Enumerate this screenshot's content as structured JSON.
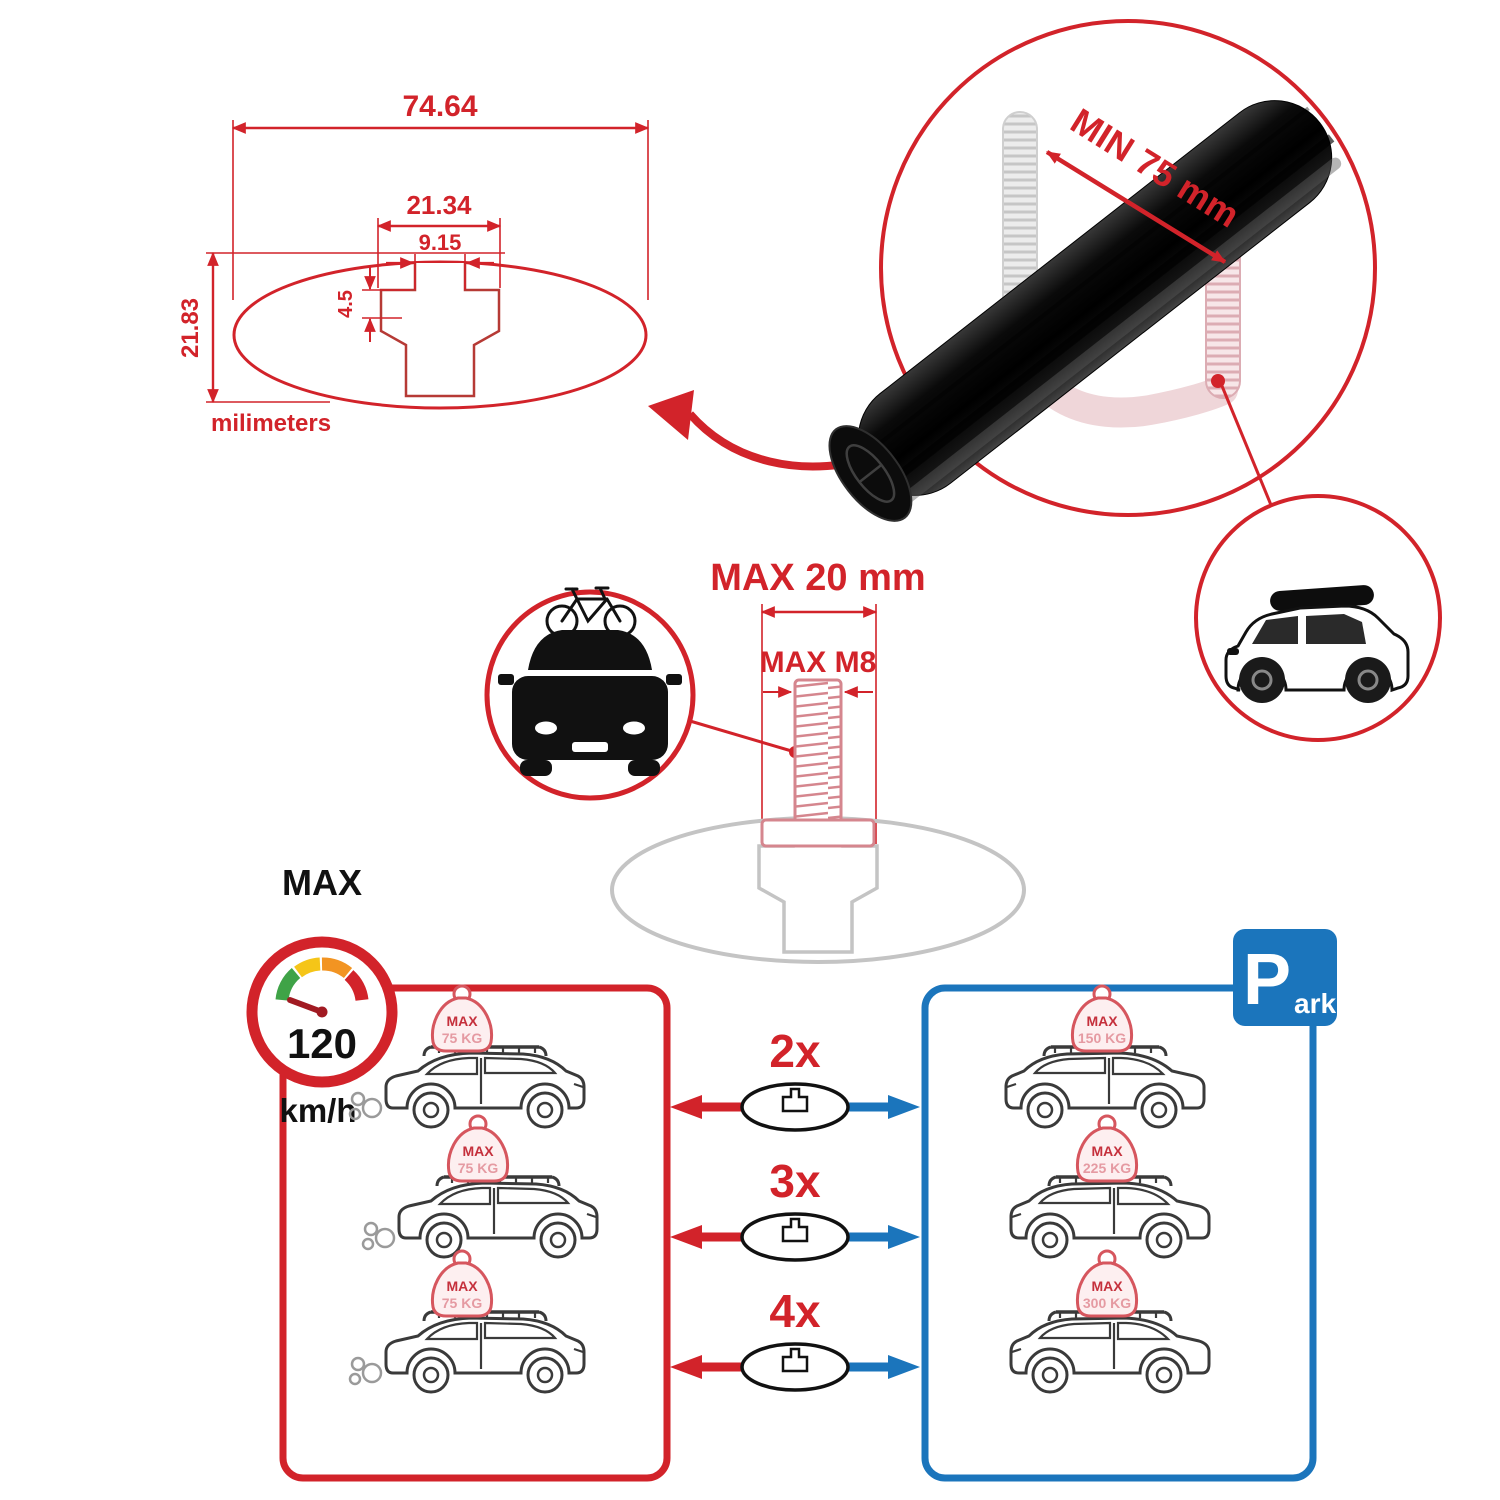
{
  "colors": {
    "red": "#d2232a",
    "blue": "#1b75bc",
    "pink": "#d5868e",
    "gray": "#c4c4c4"
  },
  "dimensions": {
    "total_width": "74.64",
    "slot_outer": "21.34",
    "slot_inner": "9.15",
    "lip_depth": "4.5",
    "height": "21.83",
    "unit": "milimeters"
  },
  "bar": {
    "min_span": "MIN 75 mm"
  },
  "bolt": {
    "max_width": "MAX 20 mm",
    "max_thread": "MAX M8"
  },
  "speed": {
    "label": "MAX",
    "value": "120",
    "unit": "km/h"
  },
  "park": {
    "p": "P",
    "ark": "ark"
  },
  "multipliers": [
    "2x",
    "3x",
    "4x"
  ],
  "driving_panel": {
    "cars": [
      {
        "max": "MAX",
        "kg": "75 KG"
      },
      {
        "max": "MAX",
        "kg": "75 KG"
      },
      {
        "max": "MAX",
        "kg": "75 KG"
      }
    ]
  },
  "parked_panel": {
    "cars": [
      {
        "max": "MAX",
        "kg": "150 KG"
      },
      {
        "max": "MAX",
        "kg": "225 KG"
      },
      {
        "max": "MAX",
        "kg": "300 KG"
      }
    ]
  }
}
